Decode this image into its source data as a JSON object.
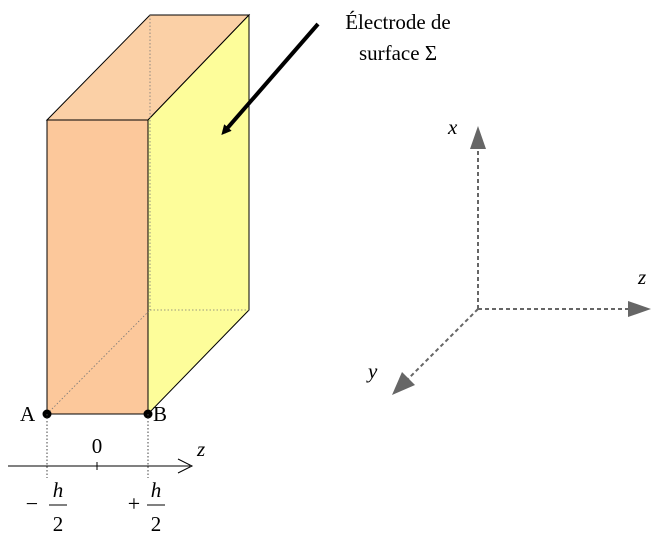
{
  "diagram": {
    "electrode_label": {
      "line1": "Électrode de",
      "line2": "surface Σ"
    },
    "points": {
      "a": "A",
      "b": "B"
    },
    "bottom_axis": {
      "label": "z",
      "origin": "0",
      "left_sign": "−",
      "right_sign": "+",
      "numerator": "h",
      "denominator": "2"
    },
    "triad": {
      "x": "x",
      "y": "y",
      "z": "z"
    },
    "colors": {
      "front_face": "#fcc89b",
      "top_face": "#fbd0a6",
      "side_face": "#fdfd9a",
      "triad_axes": "#666666"
    }
  }
}
